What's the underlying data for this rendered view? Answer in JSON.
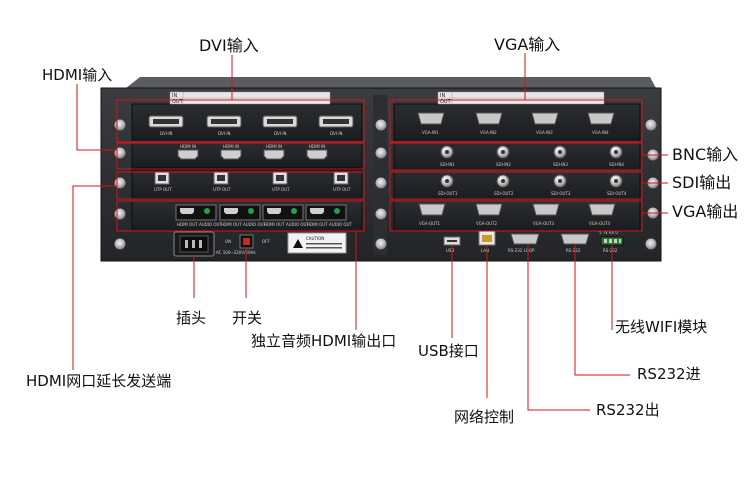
{
  "labels": {
    "dvi_in": "DVI输入",
    "vga_in": "VGA输入",
    "hdmi_in": "HDMI输入",
    "bnc_in": "BNC输入",
    "sdi_out": "SDI输出",
    "vga_out": "VGA输出",
    "plug": "插头",
    "switch": "开关",
    "hdmi_audio_out": "独立音频HDMI输出口",
    "usb": "USB接口",
    "wifi": "无线WIFI模块",
    "rs232_in": "RS232进",
    "hdmi_ext": "HDMI网口延长发送端",
    "rs232_out": "RS232出",
    "net_ctrl": "网络控制"
  },
  "panel": {
    "port_labels": {
      "dvi": "DVI-IN",
      "vga_in": [
        "VGA-IN1",
        "VGA-IN2",
        "VGA-IN3",
        "VGA-IN4"
      ],
      "hdmi_in": "HDMI IN",
      "sdi_in": [
        "SDI-IN1",
        "SDI-IN2",
        "SDI-IN3",
        "SDI-IN4"
      ],
      "utp": "UTP OUT",
      "sdi_out": [
        "SDI-OUT1",
        "SDI-OUT2",
        "SDI-OUT3",
        "SDI-OUT4"
      ],
      "hdmi_out": "HDMI OUT",
      "audio_out": "AUDIO OUT",
      "vga_out": [
        "VGA-OUT1",
        "VGA-OUT2",
        "VGA-OUT3",
        "VGA-OUT4"
      ],
      "usb": "USB",
      "lan": "LAN",
      "rs232_loop": "RS-232 LOOP",
      "rs232": "RS-232",
      "rs232_ttl": "RS-232",
      "ttl_pins": "5 Tx Rx 0",
      "caution": "CAUTION",
      "ac": "AC 100~220V/60Hz",
      "on": "ON",
      "off": "OFF",
      "slot_in": "IN",
      "slot_out": "OUT"
    }
  }
}
